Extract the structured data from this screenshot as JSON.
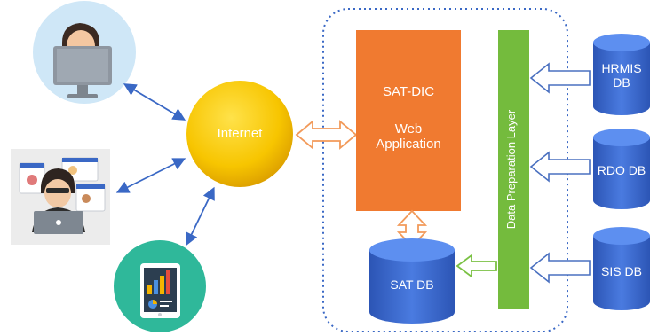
{
  "internet": {
    "label": "Internet"
  },
  "web_app": {
    "name": "SAT-DIC",
    "subtitle": "Web\nApplication"
  },
  "sat_db": {
    "label": "SAT DB"
  },
  "data_prep_layer": {
    "label": "Data Preparation Layer"
  },
  "external_dbs": [
    {
      "label": "HRMIS\nDB"
    },
    {
      "label": "RDO DB"
    },
    {
      "label": "SIS DB"
    }
  ],
  "icons": {
    "user_desktop": "desktop-user-icon",
    "user_laptop": "laptop-user-icon",
    "tablet": "tablet-chart-icon"
  },
  "colors": {
    "internet": "#f7c500",
    "web_app": "#f07a30",
    "database": "#3a66c8",
    "prep_layer": "#74bb3d",
    "boundary": "#3a68c5",
    "link_arrows": "#3a68c5",
    "orange_arrow": "#f29a5a",
    "green_arrow": "#7ac143",
    "white_arrow_outline": "#4a70c0"
  }
}
